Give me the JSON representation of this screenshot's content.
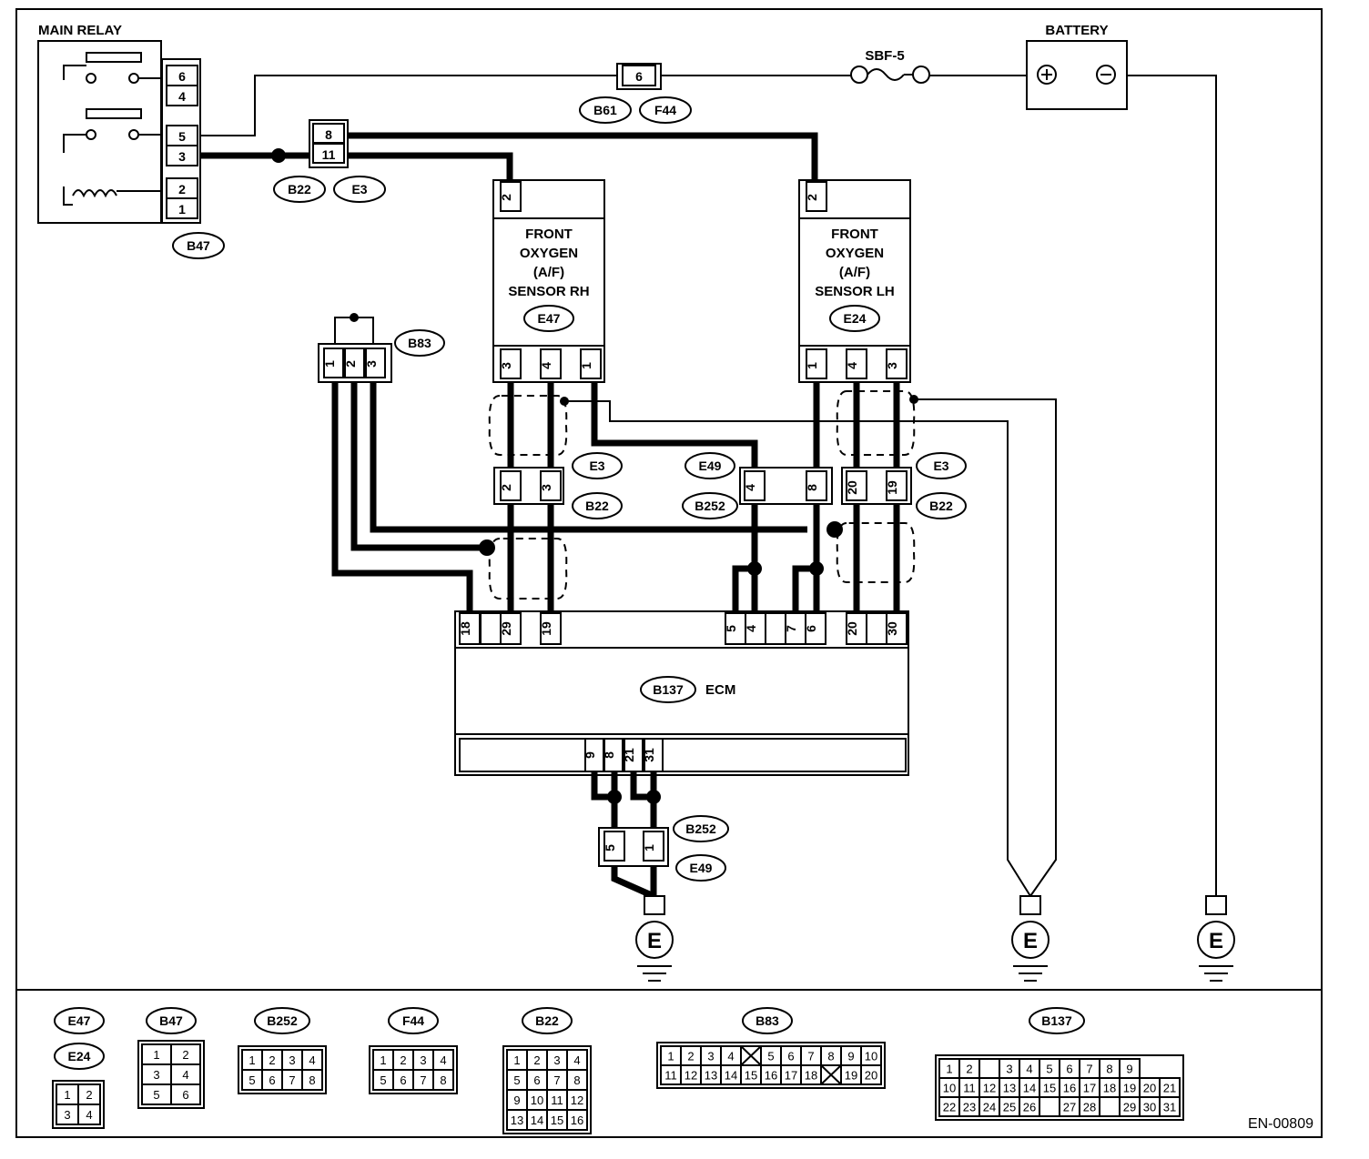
{
  "diagram_id": "EN-00809",
  "components": {
    "main_relay": {
      "name": "MAIN RELAY",
      "connector": "B47",
      "pins": [
        "6",
        "4",
        "5",
        "3",
        "2",
        "1"
      ]
    },
    "battery": {
      "name": "BATTERY"
    },
    "fuse": {
      "name": "SBF-5"
    },
    "fuse_connector": {
      "pin": "6",
      "connectors": [
        "B61",
        "F44"
      ]
    },
    "joint_b22_e3": {
      "pins": [
        "8",
        "11"
      ],
      "connectors": [
        "B22",
        "E3"
      ]
    },
    "sensor_rh": {
      "line1": "FRONT",
      "line2": "OXYGEN",
      "line3": "(A/F)",
      "line4": "SENSOR RH",
      "connector": "E47",
      "top_pin": "2",
      "pins": [
        "3",
        "4",
        "",
        "1"
      ]
    },
    "sensor_lh": {
      "line1": "FRONT",
      "line2": "OXYGEN",
      "line3": "(A/F)",
      "line4": "SENSOR LH",
      "connector": "E24",
      "top_pin": "2",
      "pins": [
        "1",
        "4",
        "",
        "3"
      ]
    },
    "b83": {
      "connector": "B83",
      "pins": [
        "1",
        "2",
        "3"
      ]
    },
    "rh_mid": {
      "pins": [
        "2",
        "3"
      ],
      "labels": [
        "E3",
        "B22"
      ]
    },
    "center_mid": {
      "pins": [
        "4",
        "8"
      ],
      "labels": [
        "E49",
        "B252"
      ]
    },
    "lh_mid": {
      "pins": [
        "20",
        "19"
      ],
      "labels": [
        "E3",
        "B22"
      ]
    },
    "ecm": {
      "name": "ECM",
      "connector": "B137",
      "top_pins": [
        "18",
        "",
        "29",
        "19",
        "5",
        "4",
        "",
        "7",
        "6",
        "20",
        "",
        "30"
      ],
      "bottom_pins": [
        "9",
        "8",
        "21",
        "31"
      ]
    },
    "ground_joint": {
      "pins": [
        "5",
        "1"
      ],
      "connectors": [
        "B252",
        "E49"
      ]
    },
    "ground_symbol": "E"
  },
  "connector_views": {
    "e47_e24": {
      "labels": [
        "E47",
        "E24"
      ],
      "rows": [
        [
          "1",
          "2"
        ],
        [
          "3",
          "4"
        ]
      ]
    },
    "b47": {
      "label": "B47",
      "rows": [
        [
          "1",
          "2"
        ],
        [
          "3",
          "4"
        ],
        [
          "5",
          "6"
        ]
      ]
    },
    "b252": {
      "label": "B252",
      "rows": [
        [
          "1",
          "2",
          "3",
          "4"
        ],
        [
          "5",
          "6",
          "7",
          "8"
        ]
      ]
    },
    "f44": {
      "label": "F44",
      "rows": [
        [
          "1",
          "2",
          "3",
          "4"
        ],
        [
          "5",
          "6",
          "7",
          "8"
        ]
      ]
    },
    "b22": {
      "label": "B22",
      "rows": [
        [
          "1",
          "2",
          "3",
          "4"
        ],
        [
          "5",
          "6",
          "7",
          "8"
        ],
        [
          "9",
          "10",
          "11",
          "12"
        ],
        [
          "13",
          "14",
          "15",
          "16"
        ]
      ]
    },
    "b83": {
      "label": "B83",
      "rows": [
        [
          "1",
          "2",
          "3",
          "4",
          "",
          "5",
          "6",
          "7",
          "8",
          "9",
          "10"
        ],
        [
          "11",
          "12",
          "13",
          "14",
          "15",
          "16",
          "17",
          "18",
          "",
          "19",
          "20"
        ]
      ]
    },
    "b137": {
      "label": "B137",
      "rows": [
        [
          "1",
          "2",
          "",
          "3",
          "4",
          "5",
          "6",
          "7",
          "8",
          "9"
        ],
        [
          "10",
          "11",
          "12",
          "13",
          "14",
          "15",
          "16",
          "17",
          "18",
          "19",
          "20",
          "21"
        ],
        [
          "22",
          "23",
          "24",
          "25",
          "26",
          "",
          "27",
          "28",
          "",
          "29",
          "30",
          "31"
        ]
      ]
    }
  }
}
